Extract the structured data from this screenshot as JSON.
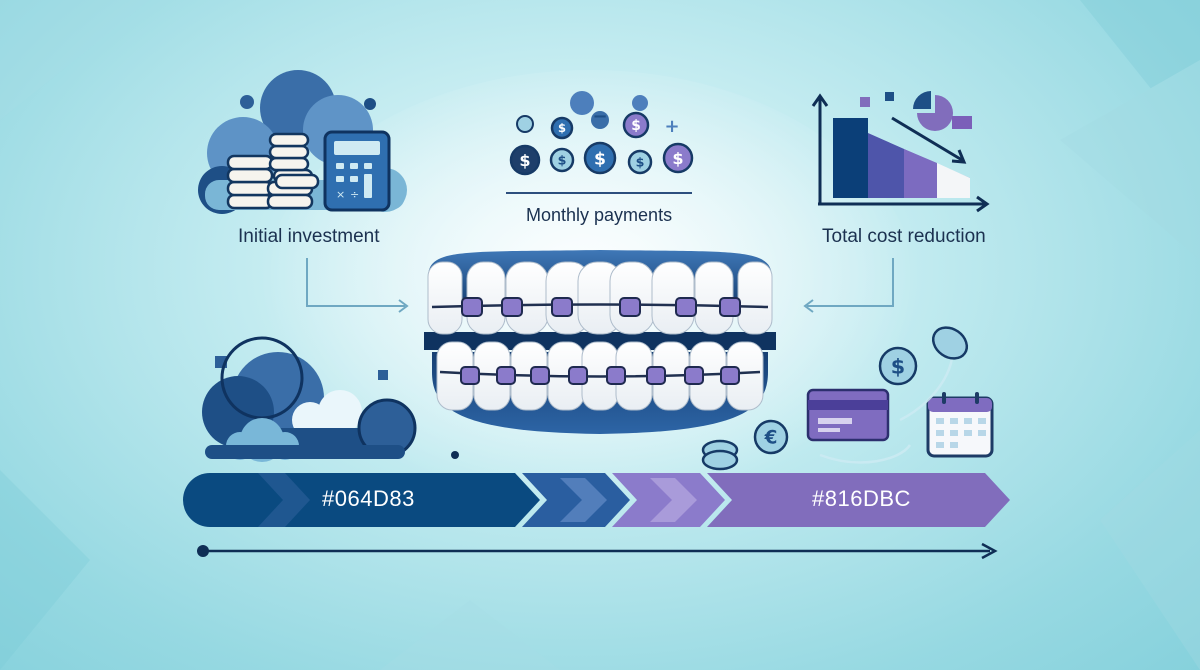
{
  "labels": {
    "initial": "Initial investment",
    "monthly": "Monthly payments",
    "total": "Total cost reduction"
  },
  "timeline": {
    "start_color": "#064D83",
    "end_color": "#816DBC"
  },
  "icons": {
    "coins": "coin-stack-icon",
    "calculator": "calculator-icon",
    "dollar": "dollar-coin-icon",
    "euro": "euro-coin-icon",
    "chart": "declining-bar-chart-icon",
    "pie": "pie-chart-icon",
    "card": "credit-card-icon",
    "calendar": "calendar-icon",
    "braces": "dental-braces-icon"
  },
  "colors": {
    "navy": "#064D83",
    "purple": "#816DBC",
    "teal": "#97D9E2"
  },
  "symbols": {
    "dollar": "$",
    "euro": "€",
    "plus": "+",
    "minus": "−",
    "times": "×",
    "divide": "÷"
  }
}
